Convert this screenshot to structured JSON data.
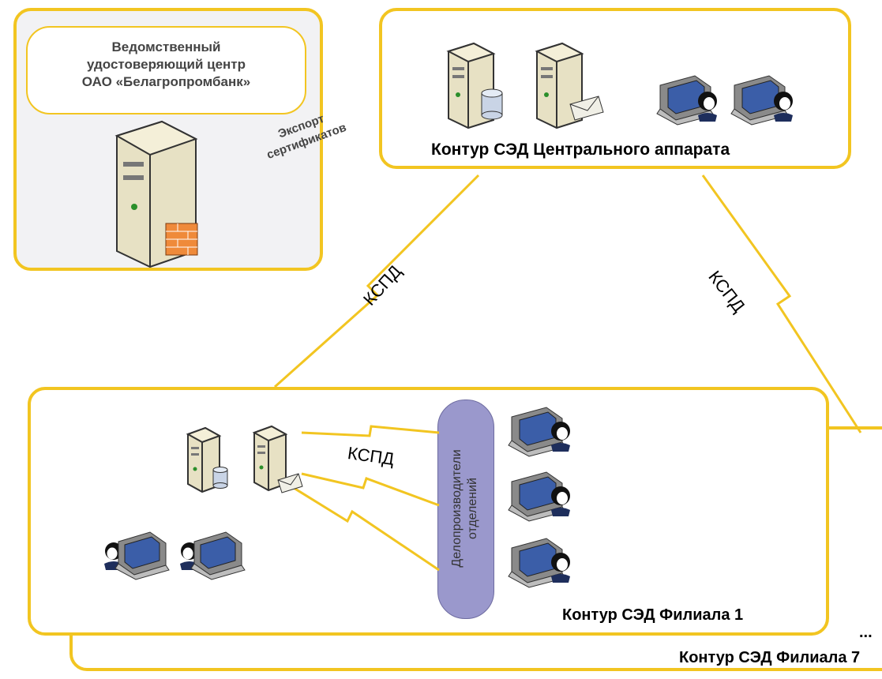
{
  "ca_box": {
    "title": "Ведомственный\nудостоверяющий центр\nОАО «Белагропромбанк»",
    "export_label": "Экспорт\nсертификатов"
  },
  "central": {
    "title": "Контур СЭД Центрального аппарата"
  },
  "links": {
    "left_label": "КСПД",
    "right_label": "КСПД",
    "branch_label": "КСПД"
  },
  "branch1": {
    "title": "Контур СЭД Филиала 1",
    "clerks_label": "Делопроизводители\nотделений"
  },
  "branch7": {
    "ellipsis": "...",
    "title": "Контур СЭД Филиала 7"
  },
  "colors": {
    "accent": "#f2c521",
    "ca_fill": "#f2f2f4",
    "pill": "#9a98cc"
  },
  "icons": [
    "server-icon",
    "database-icon",
    "mail-icon",
    "firewall-icon",
    "workstation-icon",
    "user-icon"
  ]
}
